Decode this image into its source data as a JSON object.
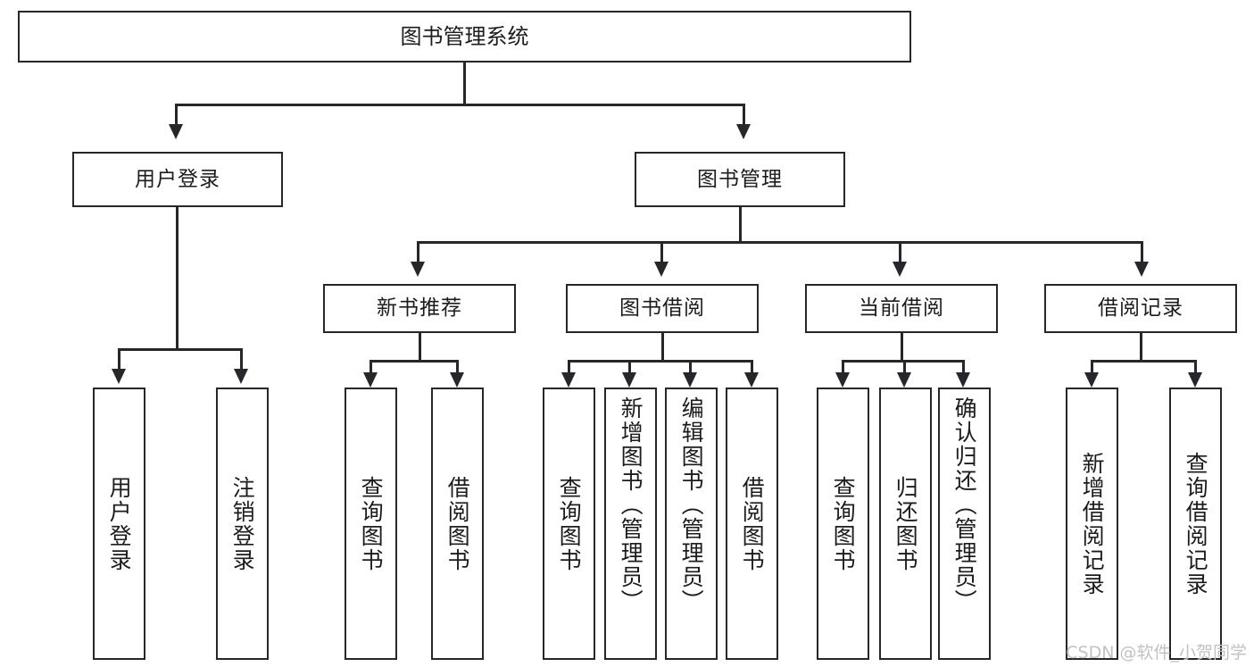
{
  "diagram": {
    "type": "tree",
    "title": "图书管理系统",
    "root": {
      "label": "图书管理系统"
    },
    "level2": [
      {
        "label": "用户登录"
      },
      {
        "label": "图书管理"
      }
    ],
    "level3": [
      {
        "label": "新书推荐"
      },
      {
        "label": "图书借阅"
      },
      {
        "label": "当前借阅"
      },
      {
        "label": "借阅记录"
      }
    ],
    "leaves": {
      "user_login": [
        {
          "label": "用户登录"
        },
        {
          "label": "注销登录"
        }
      ],
      "new_book_recommend": [
        {
          "label": "查询图书"
        },
        {
          "label": "借阅图书"
        }
      ],
      "book_borrow": [
        {
          "label": "查询图书"
        },
        {
          "label": "新增图书（管理员）"
        },
        {
          "label": "编辑图书（管理员）"
        },
        {
          "label": "借阅图书"
        }
      ],
      "current_borrow": [
        {
          "label": "查询图书"
        },
        {
          "label": "归还图书"
        },
        {
          "label": "确认归还（管理员）"
        }
      ],
      "borrow_record": [
        {
          "label": "新增借阅记录"
        },
        {
          "label": "查询借阅记录"
        }
      ]
    }
  },
  "watermark": {
    "text": "CSDN @软件_小贺同学"
  },
  "colors": {
    "stroke": "#26262b",
    "background": "#ffffff",
    "text": "#1c1c1c",
    "watermark": "#c2c2c2"
  }
}
